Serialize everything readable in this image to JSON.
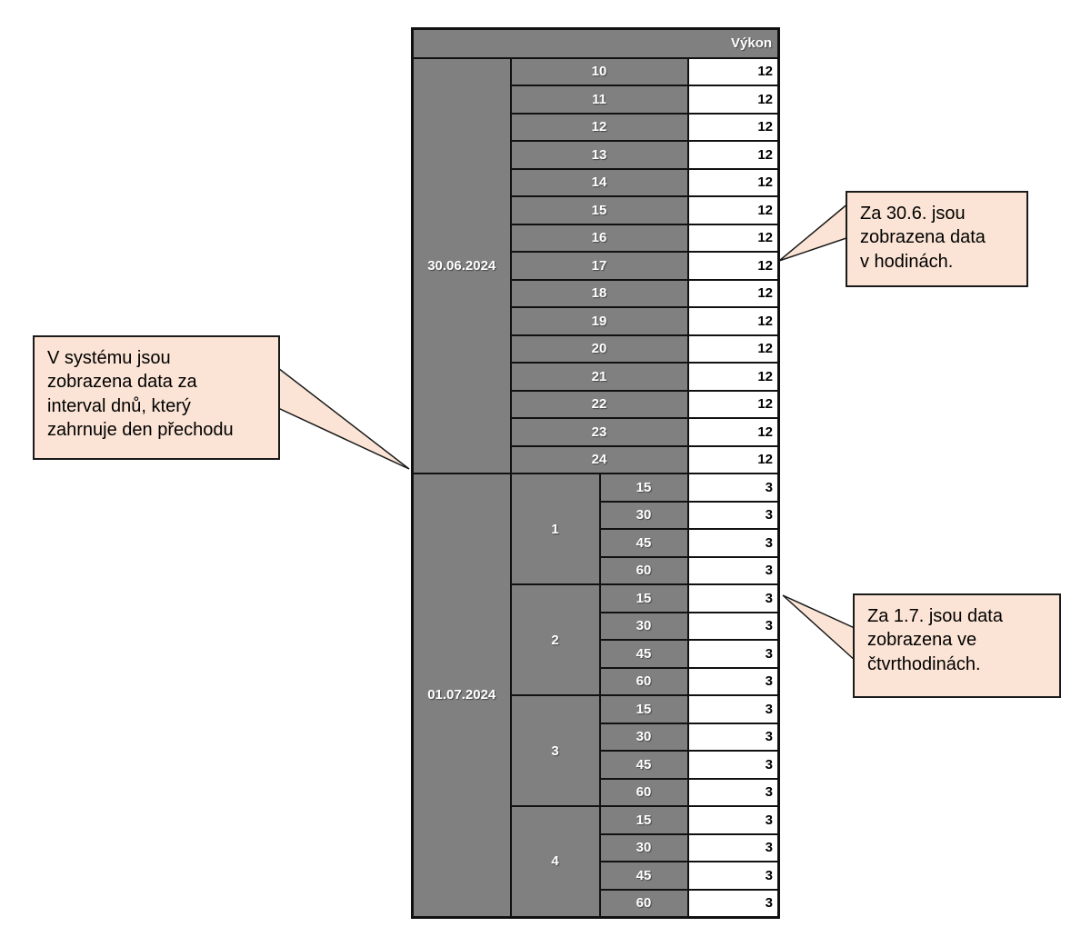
{
  "header": {
    "power_column_label": "Výkon"
  },
  "table": {
    "groups": [
      {
        "date": "30.06.2024",
        "granularity": "hours",
        "rows": [
          {
            "label": "10",
            "value": "12"
          },
          {
            "label": "11",
            "value": "12"
          },
          {
            "label": "12",
            "value": "12"
          },
          {
            "label": "13",
            "value": "12"
          },
          {
            "label": "14",
            "value": "12"
          },
          {
            "label": "15",
            "value": "12"
          },
          {
            "label": "16",
            "value": "12"
          },
          {
            "label": "17",
            "value": "12"
          },
          {
            "label": "18",
            "value": "12"
          },
          {
            "label": "19",
            "value": "12"
          },
          {
            "label": "20",
            "value": "12"
          },
          {
            "label": "21",
            "value": "12"
          },
          {
            "label": "22",
            "value": "12"
          },
          {
            "label": "23",
            "value": "12"
          },
          {
            "label": "24",
            "value": "12"
          }
        ]
      },
      {
        "date": "01.07.2024",
        "granularity": "quarter-hours",
        "quarters": [
          {
            "label": "1",
            "rows": [
              {
                "label": "15",
                "value": "3"
              },
              {
                "label": "30",
                "value": "3"
              },
              {
                "label": "45",
                "value": "3"
              },
              {
                "label": "60",
                "value": "3"
              }
            ]
          },
          {
            "label": "2",
            "rows": [
              {
                "label": "15",
                "value": "3"
              },
              {
                "label": "30",
                "value": "3"
              },
              {
                "label": "45",
                "value": "3"
              },
              {
                "label": "60",
                "value": "3"
              }
            ]
          },
          {
            "label": "3",
            "rows": [
              {
                "label": "15",
                "value": "3"
              },
              {
                "label": "30",
                "value": "3"
              },
              {
                "label": "45",
                "value": "3"
              },
              {
                "label": "60",
                "value": "3"
              }
            ]
          },
          {
            "label": "4",
            "rows": [
              {
                "label": "15",
                "value": "3"
              },
              {
                "label": "30",
                "value": "3"
              },
              {
                "label": "45",
                "value": "3"
              },
              {
                "label": "60",
                "value": "3"
              }
            ]
          }
        ]
      }
    ]
  },
  "callouts": {
    "left": {
      "text": "V systému jsou\nzobrazena data za\ninterval dnů, který\nzahrnuje den přechodu"
    },
    "top_right": {
      "text": "Za 30.6. jsou\nzobrazena data\nv hodinách."
    },
    "bottom_right": {
      "text": "Za 1.7. jsou data\nzobrazena ve\nčtvrthodinách."
    }
  },
  "colors": {
    "cell_gray": "#808080",
    "gray_cell_text": "#ffffff",
    "value_text": "#000000",
    "border": "#111111",
    "callout_fill": "#fbe4d5",
    "callout_border": "#1a1a1a"
  }
}
